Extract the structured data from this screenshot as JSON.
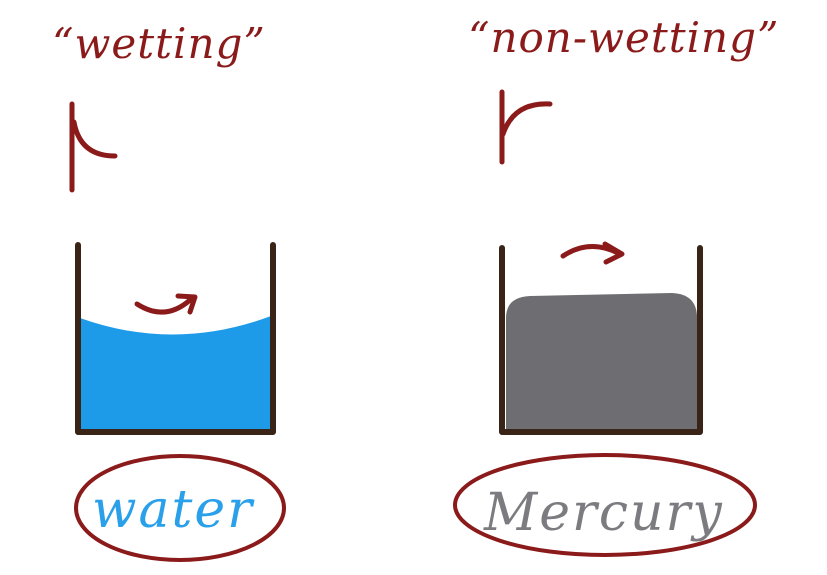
{
  "left_panel": {
    "title": "“wetting”",
    "liquid_label": "water",
    "liquid_color": "#1e9be8",
    "label_color": "#2aa0ea"
  },
  "right_panel": {
    "title": "“non-wetting”",
    "liquid_label": "Mercury",
    "liquid_color": "#6e6e72",
    "label_color": "#7b7b80"
  },
  "colors": {
    "ink": "#8b1a1a",
    "beaker": "#3a2418"
  },
  "icons": {
    "meniscus_symbol": "concave-curve-symbol",
    "convex_symbol": "convex-curve-symbol",
    "arrow": "curved-arrow-icon"
  }
}
